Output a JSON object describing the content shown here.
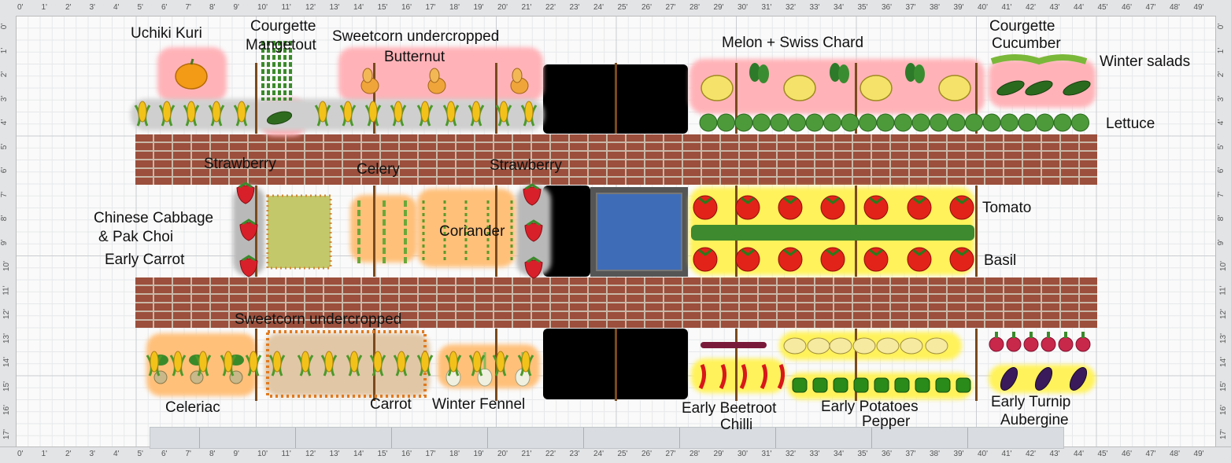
{
  "rulers": {
    "feet": [
      "0'",
      "1'",
      "2'",
      "3'",
      "4'",
      "5'",
      "6'",
      "7'",
      "8'",
      "9'",
      "10'",
      "11'",
      "12'",
      "13'",
      "14'",
      "15'",
      "16'",
      "17'",
      "18'",
      "19'",
      "20'",
      "21'",
      "22'",
      "23'",
      "24'",
      "25'",
      "26'",
      "27'",
      "28'",
      "29'",
      "30'",
      "31'",
      "32'",
      "33'",
      "34'",
      "35'",
      "36'",
      "37'",
      "38'",
      "39'",
      "40'",
      "41'",
      "42'",
      "43'",
      "44'",
      "45'",
      "46'",
      "47'",
      "48'",
      "49'"
    ],
    "rows": [
      "0'",
      "1'",
      "2'",
      "3'",
      "4'",
      "5'",
      "6'",
      "7'",
      "8'",
      "9'",
      "10'",
      "11'",
      "12'",
      "13'",
      "14'",
      "15'",
      "16'",
      "17'"
    ]
  },
  "labels": {
    "uchiki_kuri": "Uchiki Kuri",
    "courgette_1": "Courgette",
    "mangetout": "Mangetout",
    "sweetcorn_undercropped_1": "Sweetcorn undercropped",
    "butternut": "Butternut",
    "melon_swiss_chard": "Melon + Swiss Chard",
    "courgette_2": "Courgette",
    "cucumber": "Cucumber",
    "winter_salads": "Winter salads",
    "lettuce": "Lettuce",
    "strawberry_1": "Strawberry",
    "celery": "Celery",
    "strawberry_2": "Strawberry",
    "chinese_cabbage": "Chinese Cabbage",
    "pak_choi": "& Pak Choi",
    "coriander": "Coriander",
    "early_carrot": "Early Carrot",
    "tomato": "Tomato",
    "basil": "Basil",
    "sweetcorn_undercropped_2": "Sweetcorn undercropped",
    "celeriac": "Celeriac",
    "carrot": "Carrot",
    "winter_fennel": "Winter Fennel",
    "early_beetroot": "Early Beetroot",
    "chilli": "Chilli",
    "early_potatoes": "Early Potatoes",
    "pepper": "Pepper",
    "early_turnip": "Early Turnip",
    "aubergine": "Aubergine"
  },
  "colors": {
    "brick": "#9b4f3c",
    "pond": "#3f6cb7",
    "pink_glow": "#ffb3b8",
    "yellow_glow": "#fff25a",
    "orange_glow": "#ffc07a",
    "grey_glow": "#b9b9b9",
    "stake": "#7a4a1d"
  },
  "icons": [
    "pumpkin-icon",
    "sweetcorn-icon",
    "mangetout-icon",
    "courgette-icon",
    "butternut-icon",
    "melon-icon",
    "swiss-chard-icon",
    "cucumber-icon",
    "winter-salad-icon",
    "lettuce-icon",
    "strawberry-icon",
    "chinese-cabbage-icon",
    "celery-icon",
    "carrot-icon",
    "coriander-icon",
    "tomato-icon",
    "basil-icon",
    "celeriac-icon",
    "fennel-icon",
    "beetroot-icon",
    "chilli-icon",
    "potato-icon",
    "pepper-icon",
    "turnip-icon",
    "aubergine-icon"
  ]
}
